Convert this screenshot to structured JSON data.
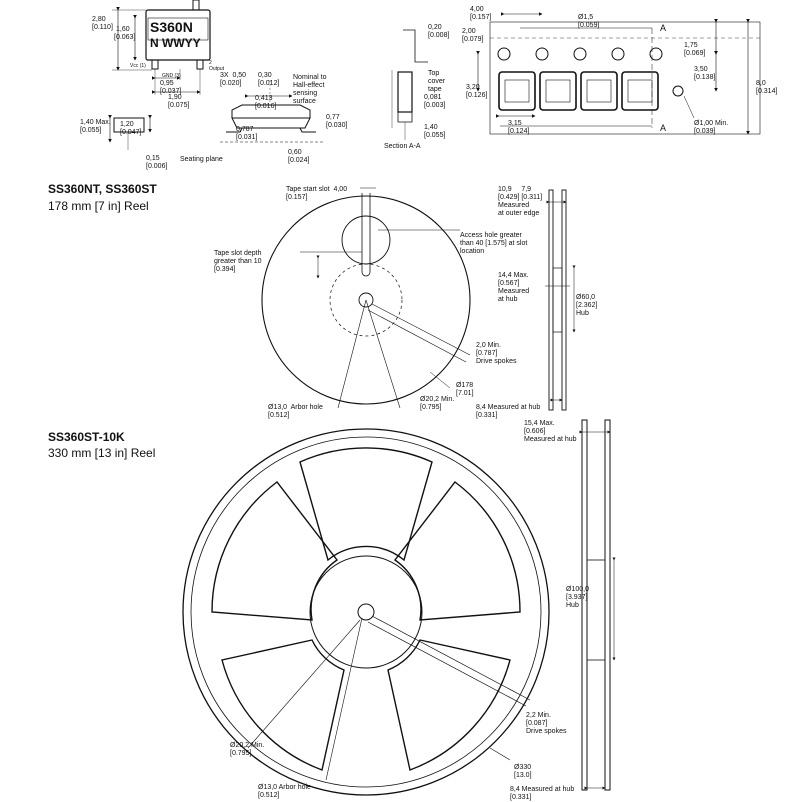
{
  "package": {
    "marking_line1": "S360N",
    "marking_line2": "N WWYY",
    "dims": {
      "h_280": "2,80",
      "h_280_in": "[0.110]",
      "h_160": "1,60",
      "h_160_in": "[0.063]",
      "vcc": "Vcc (1)",
      "out": "2\nOutput",
      "gnd": "GND (3)",
      "w_095": "0,95\n[0.037]",
      "w_190": "1,90\n[0.075]",
      "x_3x": "3X  0,50\n[0.020]",
      "x_030": "0,30\n[0.012]",
      "nominal": "Nominal to\nHall-effect\nsensing\nsurface",
      "d_0413": "0,413\n[0.016]",
      "d_140": "1,40 Max.\n[0.055]",
      "d_120": "1,20\n[0.047]",
      "d_0787": "0,787\n[0.031]",
      "d_077": "0,77\n[0.030]",
      "d_015": "0,15\n[0.006]",
      "seating": "Seating plane",
      "d_060": "0,60\n[0.024]"
    }
  },
  "tape": {
    "dims": {
      "t_400": "4,00\n[0.157]",
      "t_020": "0,20\n[0.008]",
      "t_200": "2,00\n[0.079]",
      "t_15": "Ø1,5\n[0.059]",
      "t_a1": "A",
      "t_a2": "A",
      "t_175": "1,75\n[0.069]",
      "t_350": "3,50\n[0.138]",
      "t_80": "8,0\n[0.314]",
      "t_320": "3,20\n[0.126]",
      "t_315": "3,15\n[0.124]",
      "t_100": "Ø1,00 Min.\n[0.039]",
      "t_cover": "Top\ncover\ntape",
      "t_0081": "0,081\n[0.003]",
      "t_140": "1,40\n[0.055]",
      "section": "Section A-A"
    }
  },
  "reel7": {
    "title": "SS360NT, SS360ST",
    "subtitle": "178 mm [7 in] Reel",
    "dims": {
      "slot": "Tape start slot  4,00\n[0.157]",
      "access": "Access hole greater\nthan 40 [1.575] at slot\nlocation",
      "depth": "Tape slot depth\ngreater than 10\n[0.394]",
      "spokes": "2,0 Min.\n[0.787]\nDrive spokes",
      "d178": "Ø178\n[7.01]",
      "arbor": "Ø13,0  Arbor hole\n[0.512]",
      "d202": "Ø20,2 Min.\n[0.795]",
      "w109": "10,9     7,9\n[0.429] [0.311]\nMeasured\nat outer edge",
      "w144": "14,4 Max.\n[0.567]\nMeasured\nat hub",
      "d600": "Ø60,0\n[2.362]\nHub",
      "w84": "8,4 Measured at hub\n[0.331]"
    }
  },
  "reel13": {
    "title": "SS360ST-10K",
    "subtitle": "330 mm [13 in] Reel",
    "dims": {
      "w154": "15,4 Max.\n[0.606]\nMeasured at hub",
      "d1000": "Ø100,0\n[3.937]\nHub",
      "spokes": "2,2 Min.\n[0.087]\nDrive spokes",
      "d330": "Ø330\n[13.0]",
      "d202": "Ø20,2 Min.\n[0.795]",
      "arbor": "Ø13,0 Arbor hole\n[0.512]",
      "w84": "8,4 Measured at hub\n[0.331]"
    }
  }
}
